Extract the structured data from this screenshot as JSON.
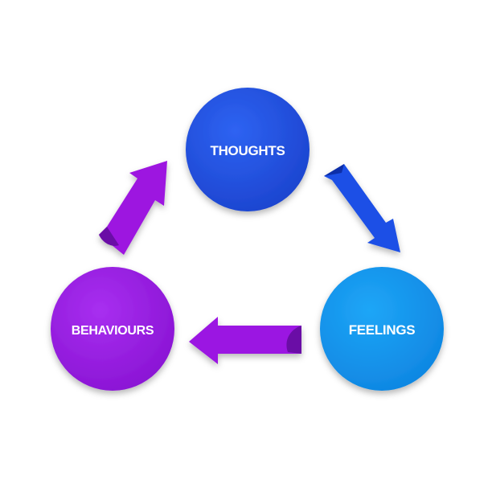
{
  "nodes": {
    "thoughts": {
      "label": "THOUGHTS",
      "color": "#2453e0"
    },
    "feelings": {
      "label": "FEELINGS",
      "color": "#1596ee"
    },
    "behaviours": {
      "label": "BEHAVIOURS",
      "color": "#9a1fe0"
    }
  },
  "arrows": [
    {
      "from": "THOUGHTS",
      "to": "FEELINGS",
      "color": "#1a4fe6"
    },
    {
      "from": "FEELINGS",
      "to": "BEHAVIOURS",
      "color": "#9b17e2"
    },
    {
      "from": "BEHAVIOURS",
      "to": "THOUGHTS",
      "color": "#9d17e0"
    }
  ]
}
